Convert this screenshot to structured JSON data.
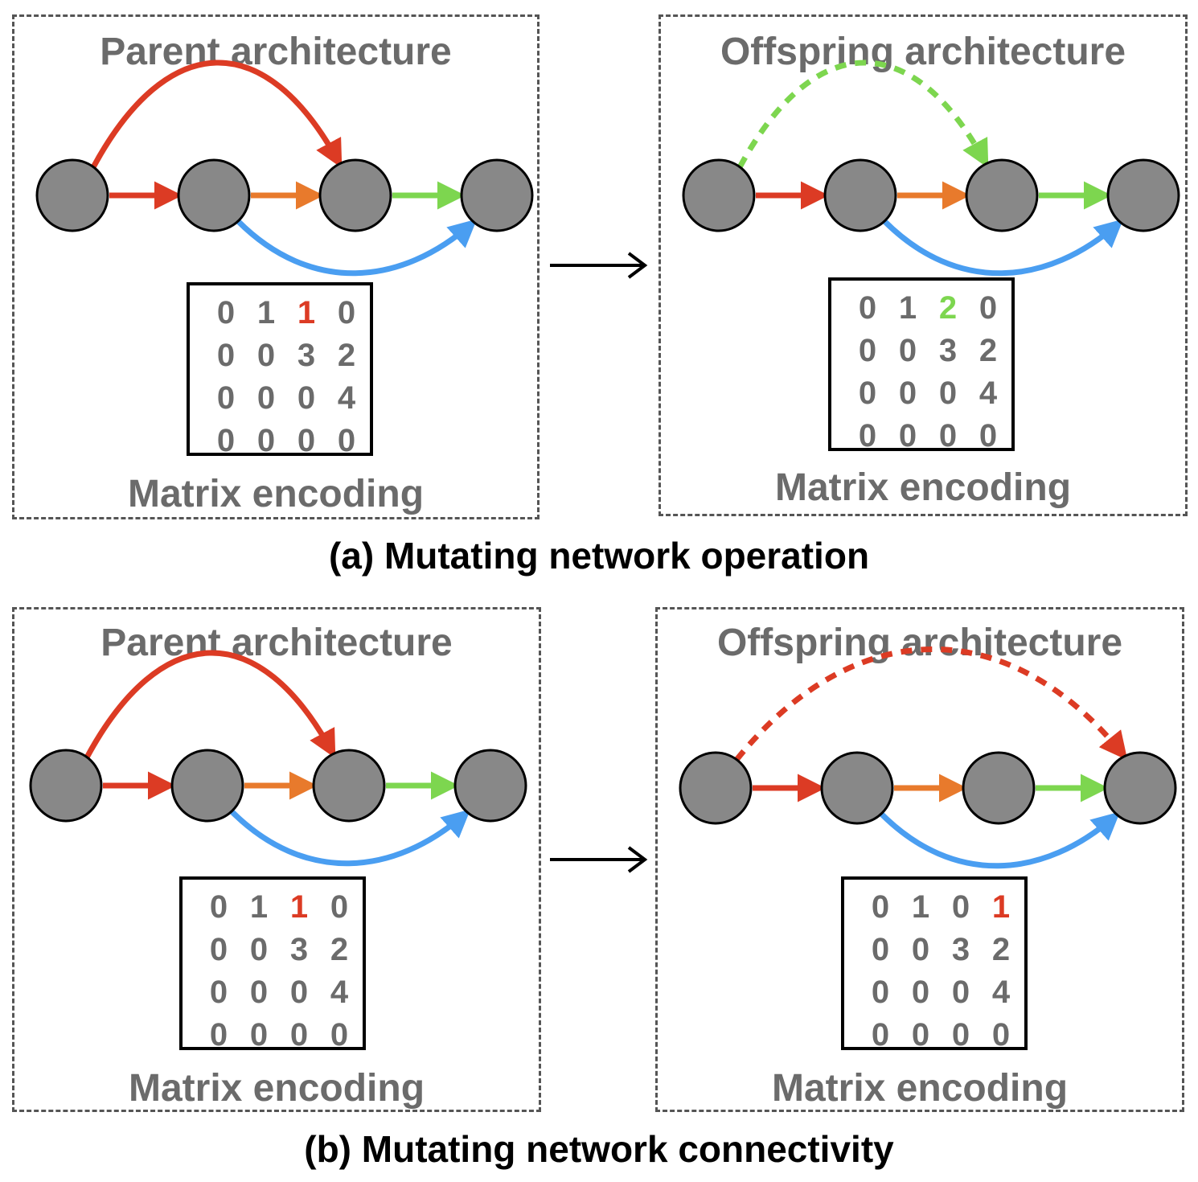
{
  "colors": {
    "node_fill": "#888888",
    "node_stroke": "#000000",
    "red": "#dc3b24",
    "orange": "#e87a2c",
    "green": "#7dd64f",
    "blue": "#4a9ef1",
    "title_gray": "#6b6b6b"
  },
  "sections": [
    {
      "caption": "(a) Mutating network operation",
      "parent": {
        "title": "Parent architecture",
        "footer": "Matrix encoding",
        "matrix": [
          [
            "0",
            "1",
            "1",
            "0"
          ],
          [
            "0",
            "0",
            "3",
            "2"
          ],
          [
            "0",
            "0",
            "0",
            "4"
          ],
          [
            "0",
            "0",
            "0",
            "0"
          ]
        ],
        "highlight": {
          "row": 0,
          "col": 2,
          "color": "red"
        },
        "edges": [
          {
            "from": 0,
            "to": 1,
            "color": "red",
            "style": "solid"
          },
          {
            "from": 1,
            "to": 2,
            "color": "orange",
            "style": "solid"
          },
          {
            "from": 2,
            "to": 3,
            "color": "green",
            "style": "solid"
          },
          {
            "from": 0,
            "to": 2,
            "color": "red",
            "style": "solid"
          },
          {
            "from": 1,
            "to": 3,
            "color": "blue",
            "style": "solid"
          }
        ]
      },
      "offspring": {
        "title": "Offspring architecture",
        "footer": "Matrix encoding",
        "matrix": [
          [
            "0",
            "1",
            "2",
            "0"
          ],
          [
            "0",
            "0",
            "3",
            "2"
          ],
          [
            "0",
            "0",
            "0",
            "4"
          ],
          [
            "0",
            "0",
            "0",
            "0"
          ]
        ],
        "highlight": {
          "row": 0,
          "col": 2,
          "color": "green"
        },
        "edges": [
          {
            "from": 0,
            "to": 1,
            "color": "red",
            "style": "solid"
          },
          {
            "from": 1,
            "to": 2,
            "color": "orange",
            "style": "solid"
          },
          {
            "from": 2,
            "to": 3,
            "color": "green",
            "style": "solid"
          },
          {
            "from": 0,
            "to": 2,
            "color": "green",
            "style": "dashed"
          },
          {
            "from": 1,
            "to": 3,
            "color": "blue",
            "style": "solid"
          }
        ]
      }
    },
    {
      "caption": "(b) Mutating network connectivity",
      "parent": {
        "title": "Parent architecture",
        "footer": "Matrix encoding",
        "matrix": [
          [
            "0",
            "1",
            "1",
            "0"
          ],
          [
            "0",
            "0",
            "3",
            "2"
          ],
          [
            "0",
            "0",
            "0",
            "4"
          ],
          [
            "0",
            "0",
            "0",
            "0"
          ]
        ],
        "highlight": {
          "row": 0,
          "col": 2,
          "color": "red"
        },
        "edges": [
          {
            "from": 0,
            "to": 1,
            "color": "red",
            "style": "solid"
          },
          {
            "from": 1,
            "to": 2,
            "color": "orange",
            "style": "solid"
          },
          {
            "from": 2,
            "to": 3,
            "color": "green",
            "style": "solid"
          },
          {
            "from": 0,
            "to": 2,
            "color": "red",
            "style": "solid"
          },
          {
            "from": 1,
            "to": 3,
            "color": "blue",
            "style": "solid"
          }
        ]
      },
      "offspring": {
        "title": "Offspring architecture",
        "footer": "Matrix encoding",
        "matrix": [
          [
            "0",
            "1",
            "0",
            "1"
          ],
          [
            "0",
            "0",
            "3",
            "2"
          ],
          [
            "0",
            "0",
            "0",
            "4"
          ],
          [
            "0",
            "0",
            "0",
            "0"
          ]
        ],
        "highlight": {
          "row": 0,
          "col": 3,
          "color": "red"
        },
        "edges": [
          {
            "from": 0,
            "to": 1,
            "color": "red",
            "style": "solid"
          },
          {
            "from": 1,
            "to": 2,
            "color": "orange",
            "style": "solid"
          },
          {
            "from": 2,
            "to": 3,
            "color": "green",
            "style": "solid"
          },
          {
            "from": 0,
            "to": 3,
            "color": "red",
            "style": "dashed"
          },
          {
            "from": 1,
            "to": 3,
            "color": "blue",
            "style": "solid"
          }
        ]
      }
    }
  ]
}
